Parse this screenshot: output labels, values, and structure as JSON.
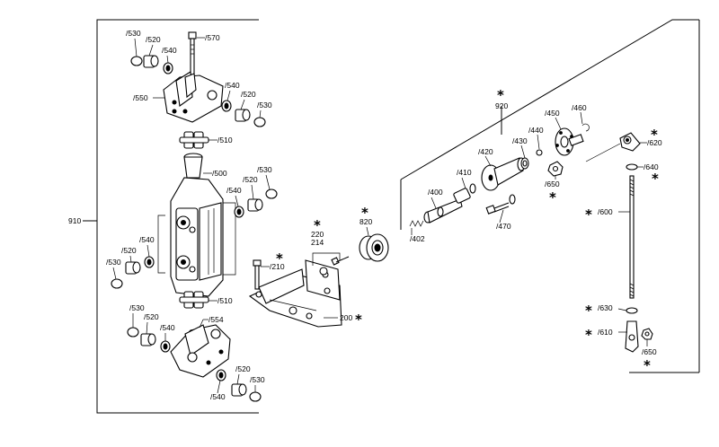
{
  "assembly_labels": {
    "a910": "910",
    "a920": "920",
    "a200": "200",
    "a220": "220",
    "a214": "214",
    "a210": "/210",
    "a820": "820"
  },
  "part_labels": {
    "p570": "/570",
    "p530a": "/530",
    "p520a": "/520",
    "p540a": "/540",
    "p550": "/550",
    "p540b": "/540",
    "p520b": "/520",
    "p530b": "/530",
    "p510a": "/510",
    "p500": "/500",
    "p530c": "/530",
    "p520c": "/520",
    "p540c": "/540",
    "p540d": "/540",
    "p520d": "/520",
    "p530d": "/530",
    "p510b": "/510",
    "p530e": "/530",
    "p520e": "/520",
    "p540e": "/540",
    "p554": "/554",
    "p520f": "/520",
    "p530f": "/530",
    "p540f": "/540",
    "p400": "/400",
    "p402": "/402",
    "p410": "/410",
    "p420": "/420",
    "p430": "/430",
    "p440": "/440",
    "p450": "/450",
    "p460": "/460",
    "p470": "/470",
    "p650a": "/650",
    "p620": "/620",
    "p640": "/640",
    "p600": "/600",
    "p630": "/630",
    "p610": "/610",
    "p650b": "/650"
  },
  "asterisk": "*",
  "icons": [
    "asterisk-mark",
    "leader-line",
    "bracket-line"
  ]
}
